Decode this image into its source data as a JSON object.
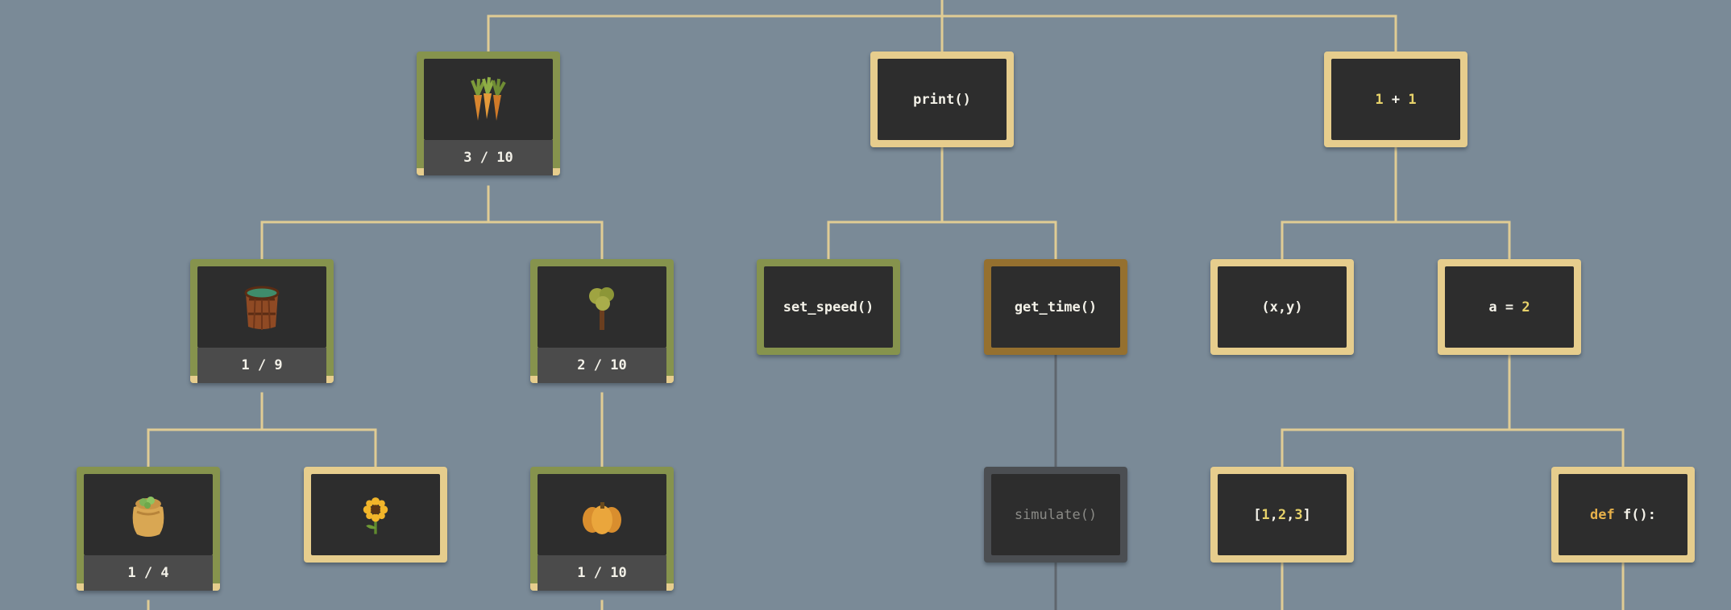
{
  "colors": {
    "background": "#7a8a97",
    "connector": "#e0cc94",
    "locked_connector": "#5f666d",
    "frame_cream": "#e6cd8d",
    "frame_green": "#86934d",
    "frame_bronze": "#95702f",
    "frame_grey": "#4b4e52",
    "screen": "#2d2d2d",
    "counter_bar": "#4b4b4b",
    "code_number": "#e7d26a",
    "code_keyword": "#e6b04a"
  },
  "upgrades": {
    "carrots": {
      "icon": "carrots-icon",
      "progress": "3 / 10",
      "level": 3,
      "max": 10
    },
    "watering": {
      "icon": "water-barrel-icon",
      "progress": "1 / 9",
      "level": 1,
      "max": 9
    },
    "trees": {
      "icon": "tree-icon",
      "progress": "2 / 10",
      "level": 2,
      "max": 10
    },
    "fertilizer": {
      "icon": "fertilizer-sack-icon",
      "progress": "1 / 4",
      "level": 1,
      "max": 4
    },
    "sunflower": {
      "icon": "sunflower-icon"
    },
    "pumpkin": {
      "icon": "pumpkin-icon",
      "progress": "1 / 10",
      "level": 1,
      "max": 10
    }
  },
  "code_nodes": {
    "print": {
      "label": "print()"
    },
    "operators": {
      "left": "1",
      "op": " + ",
      "right": "1"
    },
    "set_speed": {
      "label": "set_speed()"
    },
    "get_time": {
      "label": "get_time()"
    },
    "simulate": {
      "label": "simulate()"
    },
    "tuple": {
      "label": "(x,y)"
    },
    "assign": {
      "left": "a = ",
      "right": "2"
    },
    "list": {
      "open": "[",
      "n1": "1",
      "c1": ",",
      "n2": "2",
      "c2": ",",
      "n3": "3",
      "close": "]"
    },
    "def": {
      "keyword": "def ",
      "rest": "f():"
    }
  }
}
